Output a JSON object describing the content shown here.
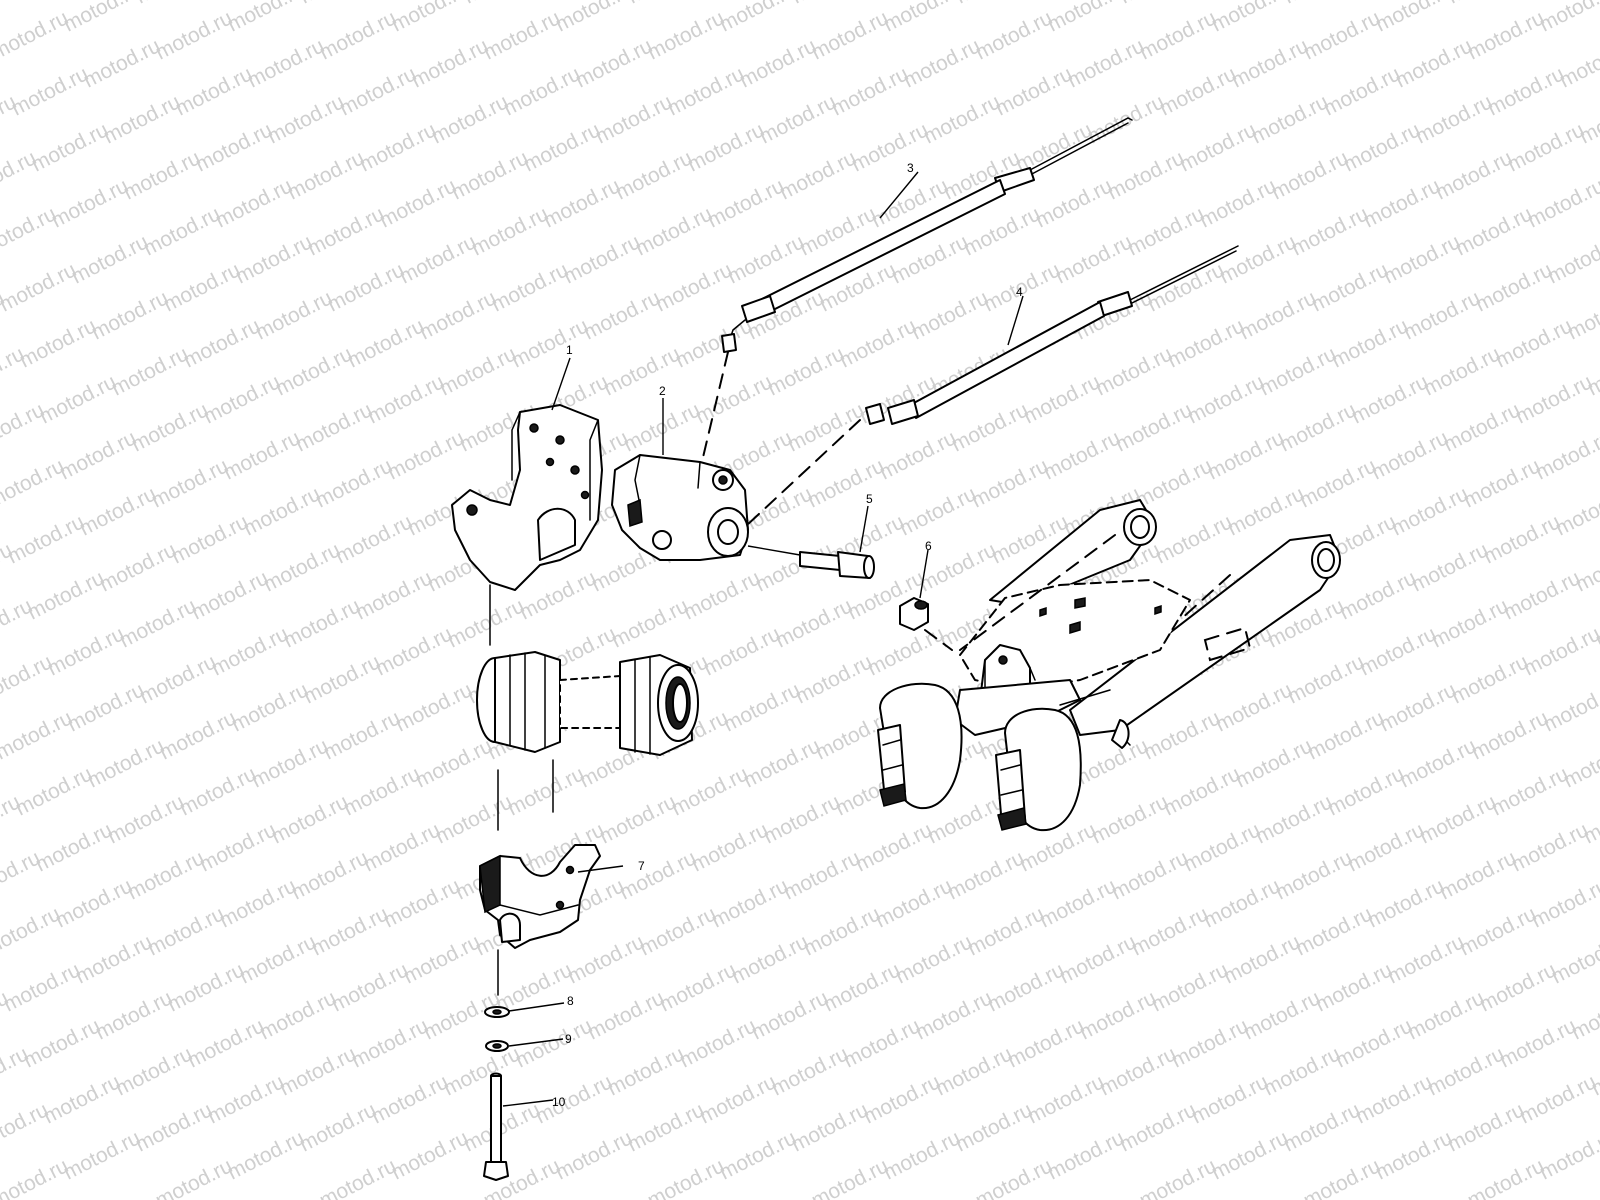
{
  "watermark": {
    "text": "motod.ru"
  },
  "callouts": [
    {
      "id": "1",
      "label": "1"
    },
    {
      "id": "2",
      "label": "2"
    },
    {
      "id": "3",
      "label": "3"
    },
    {
      "id": "4",
      "label": "4"
    },
    {
      "id": "5",
      "label": "5"
    },
    {
      "id": "6",
      "label": "6"
    },
    {
      "id": "7",
      "label": "7"
    },
    {
      "id": "8",
      "label": "8"
    },
    {
      "id": "9",
      "label": "9"
    },
    {
      "id": "10",
      "label": "10"
    }
  ]
}
